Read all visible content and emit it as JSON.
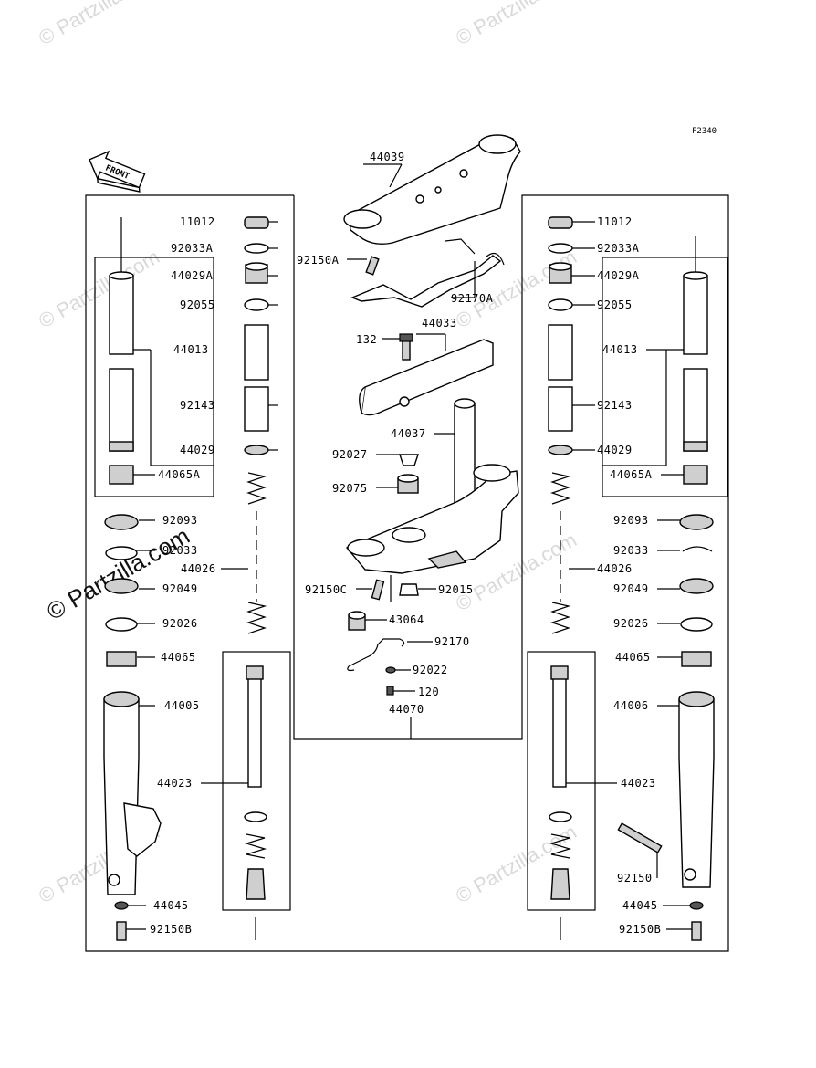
{
  "figure_code": "F2340",
  "front_label": "FRONT",
  "watermark": "Partzilla.com",
  "watermark_side": "© Partzilla.com",
  "labels": {
    "p44039": "44039",
    "p92150A": "92150A",
    "p92170A": "92170A",
    "p44033": "44033",
    "p132": "132",
    "p44037": "44037",
    "p92027": "92027",
    "p92075": "92075",
    "p92150C": "92150C",
    "p92015": "92015",
    "p43064": "43064",
    "p92170": "92170",
    "p92022": "92022",
    "p120": "120",
    "p44070": "44070",
    "L_11012": "11012",
    "L_92033A": "92033A",
    "L_44029A": "44029A",
    "L_92055": "92055",
    "L_44013": "44013",
    "L_92143": "92143",
    "L_44029": "44029",
    "L_44065A": "44065A",
    "L_92093": "92093",
    "L_92033": "92033",
    "L_44026": "44026",
    "L_92049": "92049",
    "L_92026": "92026",
    "L_44065": "44065",
    "L_44005": "44005",
    "L_44023": "44023",
    "L_44045": "44045",
    "L_92150B": "92150B",
    "R_11012": "11012",
    "R_92033A": "92033A",
    "R_44029A": "44029A",
    "R_92055": "92055",
    "R_44013": "44013",
    "R_92143": "92143",
    "R_44029": "44029",
    "R_44065A": "44065A",
    "R_92093": "92093",
    "R_92033": "92033",
    "R_44026": "44026",
    "R_92049": "92049",
    "R_92026": "92026",
    "R_44065": "44065",
    "R_44006": "44006",
    "R_44023": "44023",
    "R_92150": "92150",
    "R_44045": "44045",
    "R_92150B": "92150B"
  }
}
